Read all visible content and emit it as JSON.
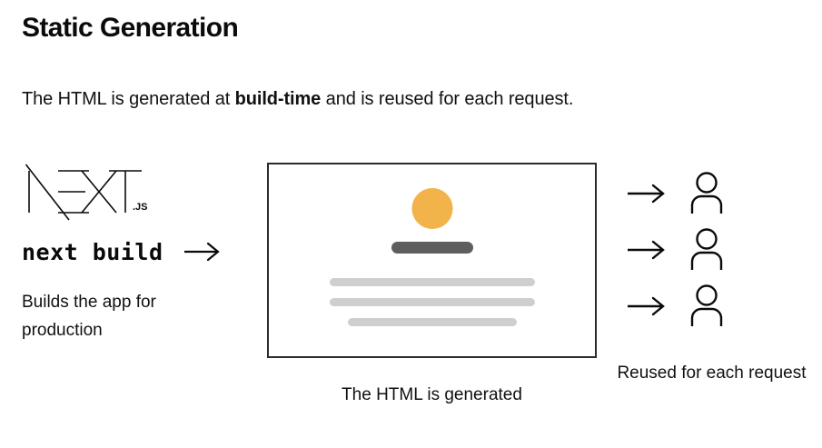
{
  "page": {
    "title": "Static Generation",
    "background_color": "#ffffff",
    "text_color": "#111111"
  },
  "intro": {
    "prefix": "The HTML is generated at ",
    "emphasis": "build-time",
    "suffix": " and is reused for each request."
  },
  "left_column": {
    "logo": {
      "name": "nextjs-logo",
      "wordmark": "NEXT",
      "suffix": ".JS"
    },
    "command": "next build",
    "arrow_glyph": "→",
    "caption": "Builds the app for production"
  },
  "mockup": {
    "border_color": "#2b2b2b",
    "hero_circle_color": "#F2B34B",
    "title_bar_color": "#5E5E5E",
    "text_line_color": "#CFCFCF",
    "caption": "The HTML is generated",
    "elements": [
      {
        "name": "hero-circle",
        "shape": "circle",
        "color": "#F2B34B"
      },
      {
        "name": "title-bar",
        "shape": "rounded-bar",
        "color": "#5E5E5E"
      },
      {
        "name": "text-line-1",
        "shape": "rounded-bar",
        "color": "#CFCFCF"
      },
      {
        "name": "text-line-2",
        "shape": "rounded-bar",
        "color": "#CFCFCF"
      },
      {
        "name": "text-line-3",
        "shape": "rounded-bar",
        "color": "#CFCFCF"
      }
    ]
  },
  "requests": {
    "caption": "Reused for each request",
    "rows": [
      {
        "arrow": "→",
        "icon": "person-icon"
      },
      {
        "arrow": "→",
        "icon": "person-icon"
      },
      {
        "arrow": "→",
        "icon": "person-icon"
      }
    ]
  }
}
